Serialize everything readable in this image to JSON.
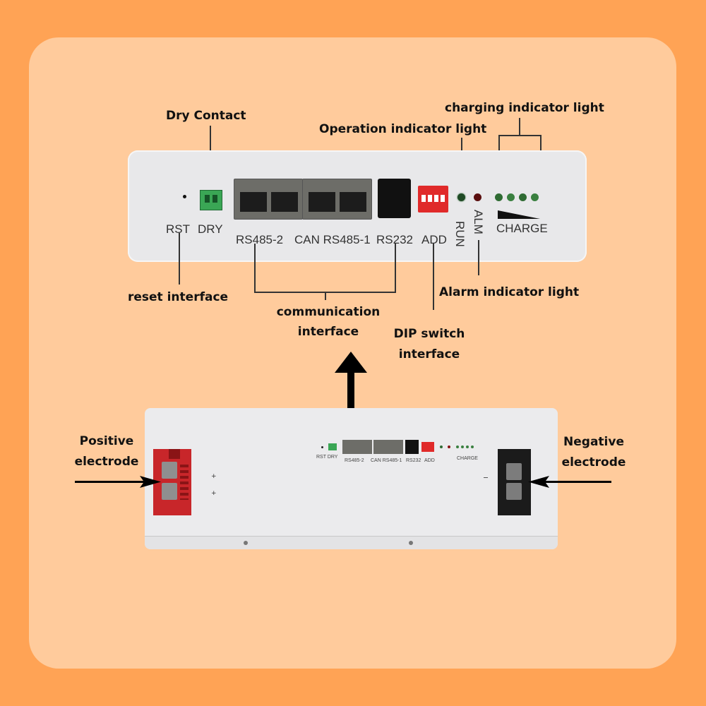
{
  "labels": {
    "dry_contact": "Dry Contact",
    "charging_indicator": "charging indicator light",
    "operation_indicator": "Operation indicator light",
    "reset_interface": "reset interface",
    "communication_interface_line1": "communication",
    "communication_interface_line2": "interface",
    "alarm_indicator": "Alarm indicator light",
    "dip_switch_line1": "DIP switch",
    "dip_switch_line2": "interface",
    "positive_line1": "Positive",
    "positive_line2": "electrode",
    "negative_line1": "Negative",
    "negative_line2": "electrode"
  },
  "panel": {
    "rst": "RST",
    "dry": "DRY",
    "rs485_2": "RS485-2",
    "can_rs485_1": "CAN RS485-1",
    "rs232": "RS232",
    "add": "ADD",
    "run": "RUN",
    "alm": "ALM",
    "charge": "CHARGE"
  },
  "unit": {
    "rst_dry": "RST DRY",
    "rs485_2": "RS485-2",
    "can_rs485_1": "CAN RS485-1",
    "rs232": "RS232",
    "add": "ADD",
    "charge": "CHARGE"
  },
  "colors": {
    "outer_bg": "#ffa355",
    "card_bg": "#ffcb9c",
    "run_led": "#1f4a25",
    "alarm_led": "#5a0f0f",
    "charge_led": "#2f6b33",
    "positive_terminal": "#c8262a",
    "negative_terminal": "#1b1b1b",
    "dip_switch": "#e02a2a",
    "dry_connector": "#3aa655"
  }
}
